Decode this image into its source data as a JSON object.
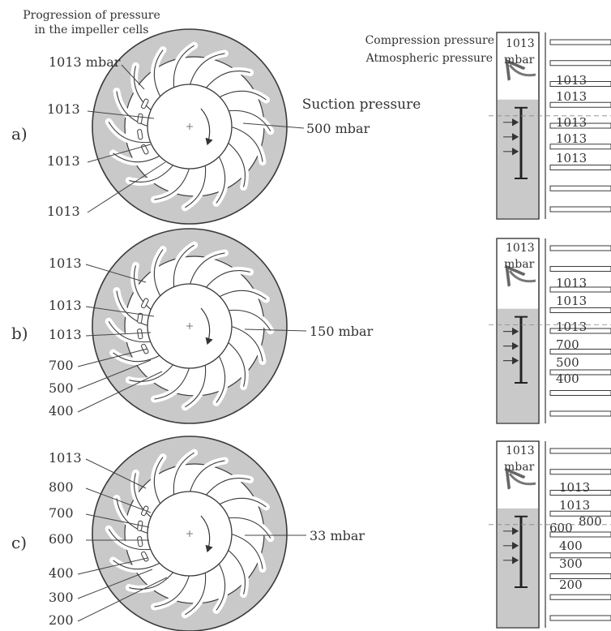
{
  "header": {
    "title_line1": "Progression of pressure",
    "title_line2": "in the impeller cells",
    "compression_label": "Compression pressure",
    "atmospheric_label": "Atmospheric pressure",
    "suction_label": "Suction pressure"
  },
  "rows": [
    {
      "label": "a)",
      "suction_value": "500 mbar",
      "cell_values": [
        "1013 mbar",
        "1013",
        "1013",
        "1013"
      ],
      "side_top": [
        "1013",
        "mbar"
      ],
      "side_values": [
        "1013",
        "1013",
        "1013",
        "1013",
        "1013"
      ]
    },
    {
      "label": "b)",
      "suction_value": "150 mbar",
      "cell_values": [
        "1013",
        "1013",
        "1013",
        "700",
        "500",
        "400"
      ],
      "side_top": [
        "1013",
        "mbar"
      ],
      "side_values": [
        "1013",
        "1013",
        "1013",
        "700",
        "500",
        "400"
      ]
    },
    {
      "label": "c)",
      "suction_value": "33 mbar",
      "cell_values": [
        "1013",
        "800",
        "700",
        "600",
        "400",
        "300",
        "200"
      ],
      "side_top": [
        "1013",
        "mbar"
      ],
      "side_values": [
        "1013",
        "1013",
        "600",
        "800",
        "400",
        "300",
        "200"
      ]
    }
  ],
  "colors": {
    "gray": "#c9c9c9",
    "stroke": "#3a3a3a",
    "arrow": "#555555"
  }
}
